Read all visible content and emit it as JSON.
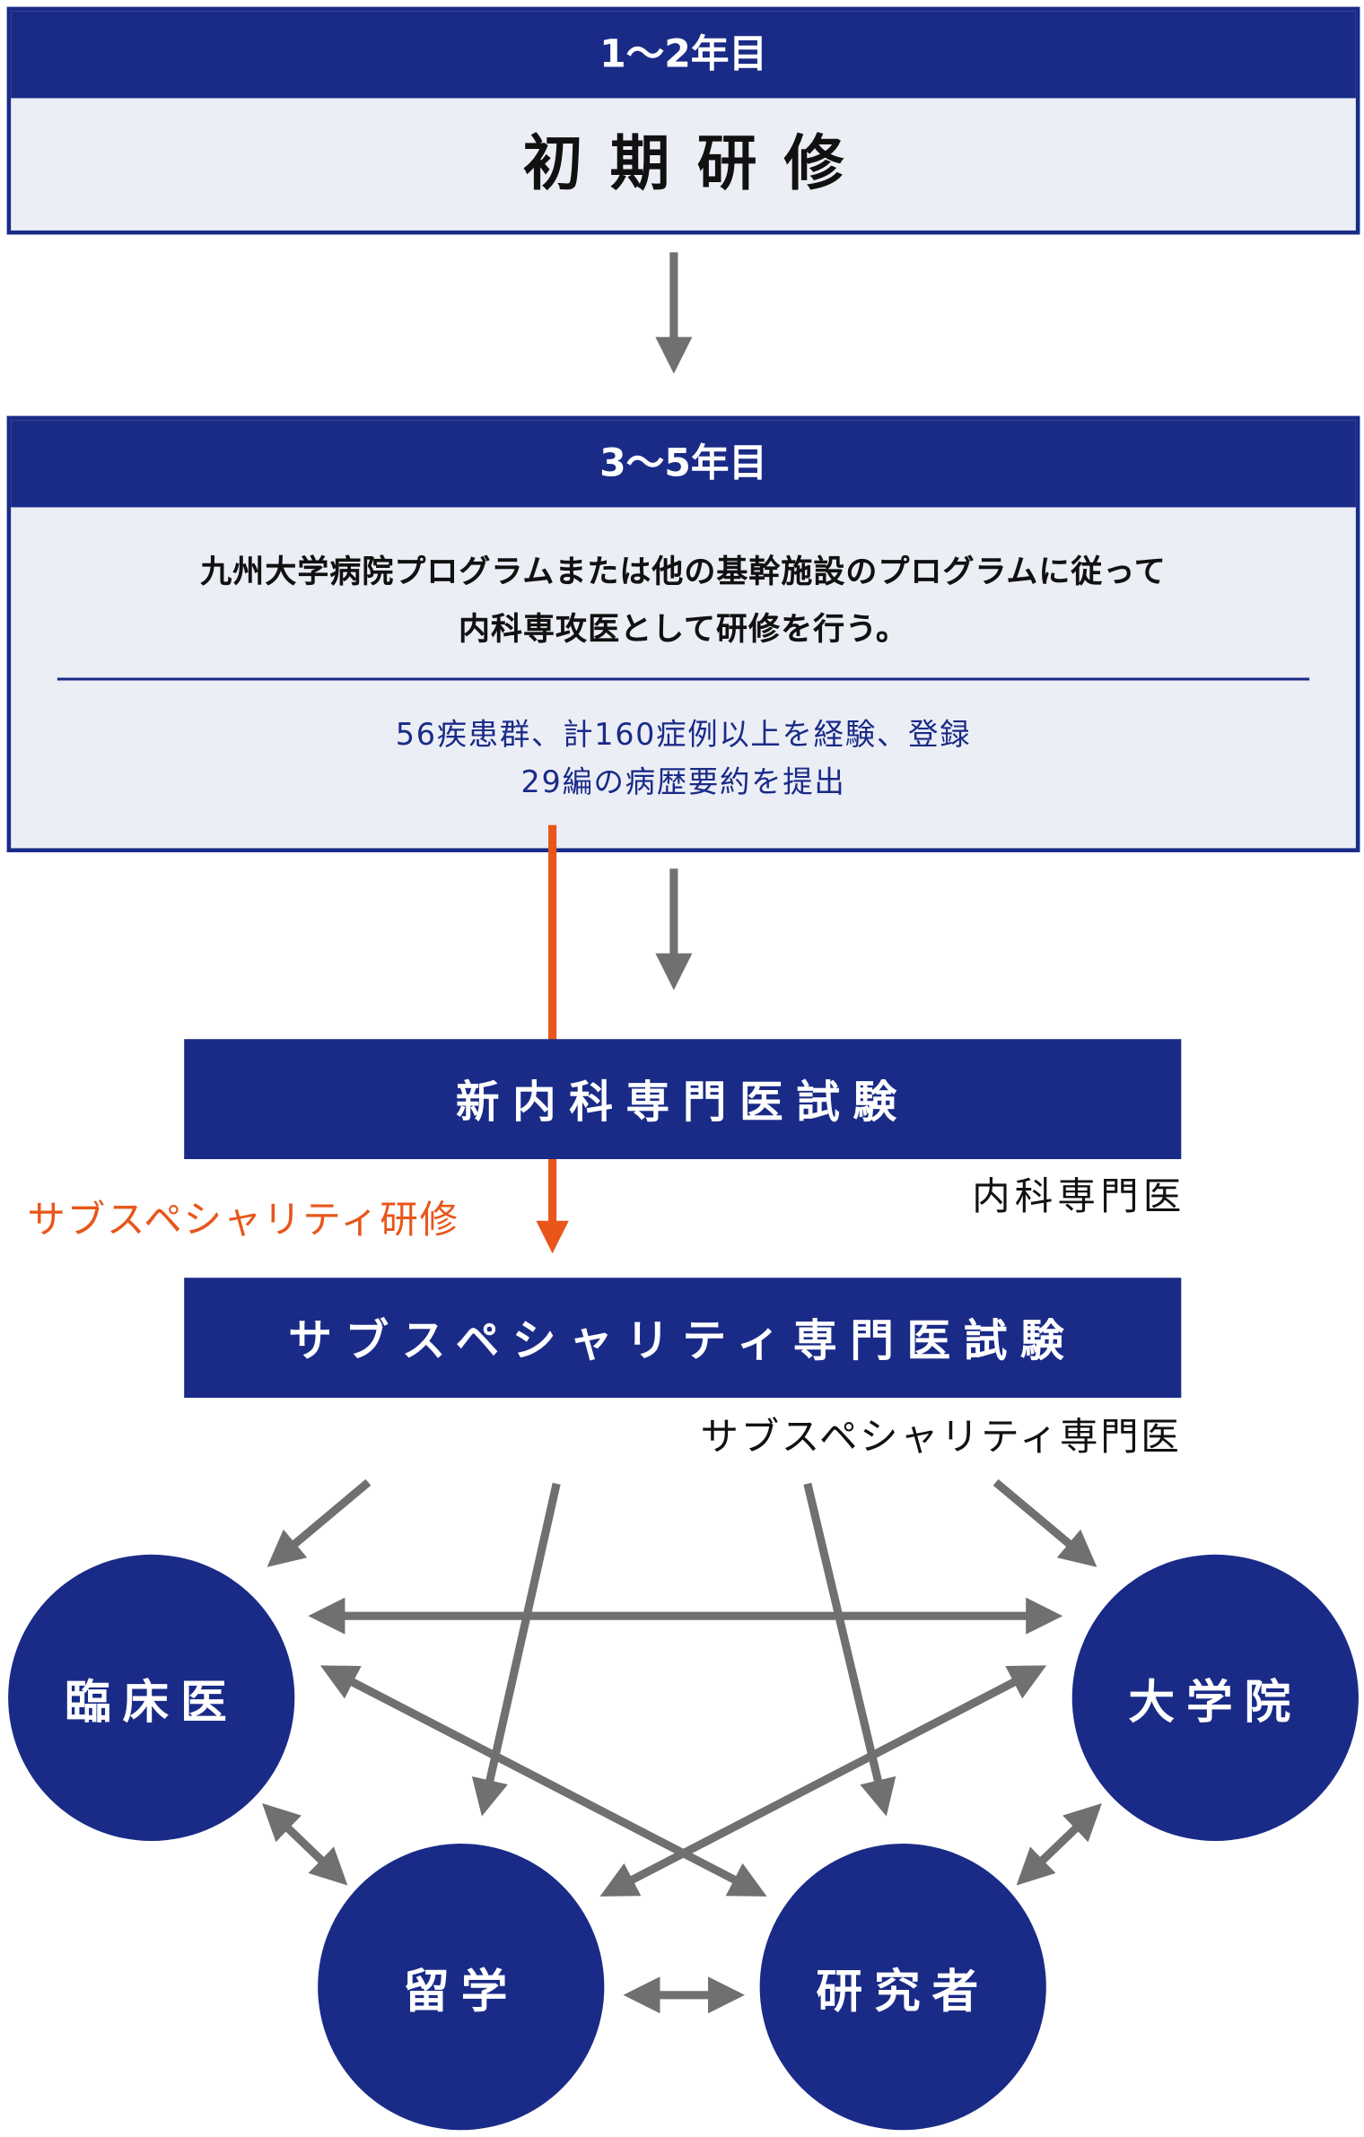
{
  "stage1": {
    "years": "1〜2年目",
    "title": "初期研修"
  },
  "stage2": {
    "years": "3〜5年目",
    "description_line1": "九州大学病院プログラムまたは他の基幹施設のプログラムに従って",
    "description_line2": "内科専攻医として研修を行う。",
    "requirement_line1": "56疾患群、計160症例以上を経験、登録",
    "requirement_line2": "29編の病歴要約を提出"
  },
  "exam1": {
    "title": "新内科専門医試験",
    "result": "内科専門医"
  },
  "subspecialty_training": "サブスペシャリティ研修",
  "exam2": {
    "title": "サブスペシャリティ専門医試験",
    "result": "サブスペシャリティ専門医"
  },
  "careers": [
    "臨床医",
    "大学院",
    "留学",
    "研究者"
  ],
  "colors": {
    "navy": "#1a2b87",
    "light": "#eceef6",
    "orange": "#e8561a",
    "gray": "#707070"
  }
}
